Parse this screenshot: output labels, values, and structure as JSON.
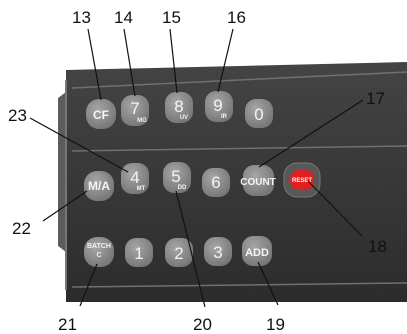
{
  "keys": {
    "cf": "CF",
    "seven": {
      "main": "7",
      "sub": "MG"
    },
    "eight": {
      "main": "8",
      "sub": "UV"
    },
    "nine": {
      "main": "9",
      "sub": "IR"
    },
    "zero": "0",
    "ma": "M/A",
    "four": {
      "main": "4",
      "sub": "MT"
    },
    "five": {
      "main": "5",
      "sub": "DD"
    },
    "six": "6",
    "count": "COUNT",
    "reset": "RESET",
    "batch": {
      "top": "BATCH",
      "bottom": "C"
    },
    "one": "1",
    "two": "2",
    "three": "3",
    "add": "ADD"
  },
  "callouts": {
    "n13": "13",
    "n14": "14",
    "n15": "15",
    "n16": "16",
    "n17": "17",
    "n18": "18",
    "n19": "19",
    "n20": "20",
    "n21": "21",
    "n22": "22",
    "n23": "23"
  },
  "colors": {
    "panel": "#3a3a3a",
    "key": "#8c8c8c",
    "reset_ring": "#5a5a5a",
    "reset_red": "#e02020"
  }
}
